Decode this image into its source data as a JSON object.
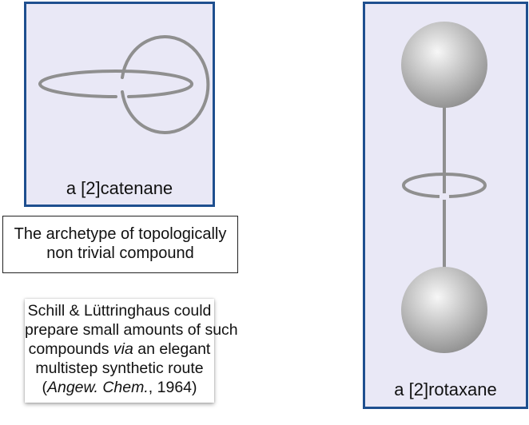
{
  "catenane": {
    "label": "a [2]catenane"
  },
  "rotaxane": {
    "label": "a [2]rotaxane"
  },
  "archetype_note": {
    "text": "The archetype of topologically non trivial compound"
  },
  "schill_note": {
    "line1": "Schill & Lüttringhaus could",
    "line2": "prepare small amounts of such",
    "line3_pre": "compounds ",
    "line3_it": "via",
    "line3_post": " an elegant",
    "line4": "multistep synthetic route",
    "line5_open": "(",
    "line5_it": "Angew. Chem.",
    "line5_post": ", 1964)"
  },
  "colors": {
    "panel_fill": "#e9e8f6",
    "panel_border": "#1e4f8f",
    "ring_stroke": "#8f8f8f",
    "sphere_gray": "#b5b5b5"
  }
}
